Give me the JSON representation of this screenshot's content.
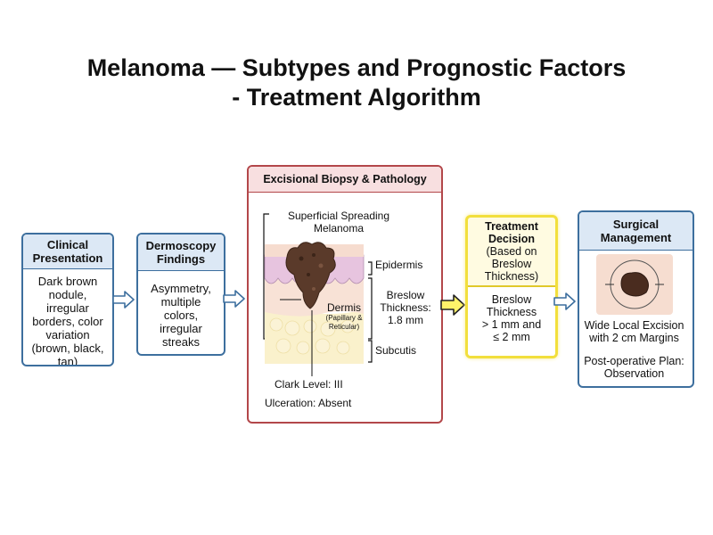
{
  "title": {
    "line1": "Melanoma — Subtypes and Prognostic Factors",
    "line2": "- Treatment Algorithm"
  },
  "clinical": {
    "heading_l1": "Clinical",
    "heading_l2": "Presentation",
    "lines": [
      "Dark brown",
      "nodule,",
      "irregular",
      "borders, color",
      "variation",
      "(brown, black,",
      "tan)"
    ]
  },
  "dermoscopy": {
    "heading_l1": "Dermoscopy",
    "heading_l2": "Findings",
    "lines": [
      "Asymmetry,",
      "multiple",
      "colors,",
      "irregular",
      "streaks"
    ]
  },
  "pathology": {
    "heading": "Excisional Biopsy & Pathology",
    "subtype_l1": "Superficial Spreading",
    "subtype_l2": "Melanoma",
    "epidermis": "Epidermis",
    "breslow_l1": "Breslow",
    "breslow_l2": "Thickness:",
    "breslow_l3": "1.8 mm",
    "dermis": "Dermis",
    "dermis_sub_l1": "(Papillary &",
    "dermis_sub_l2": "Reticular)",
    "subcutis": "Subcutis",
    "clark": "Clark Level: III",
    "ulceration": "Ulceration: Absent"
  },
  "decision": {
    "heading_lines": [
      "Treatment",
      "Decision",
      "(Based on",
      "Breslow",
      "Thickness)"
    ],
    "body_lines": [
      "Breslow",
      "Thickness",
      "> 1 mm and",
      "≤ 2 mm"
    ]
  },
  "surgical": {
    "heading_l1": "Surgical",
    "heading_l2": "Management",
    "excision_l1": "Wide Local Excision",
    "excision_l2": "with 2 cm Margins",
    "postop_l1": "Post-operative Plan:",
    "postop_l2": "Observation"
  },
  "colors": {
    "blue_border": "#3d6f9e",
    "blue_header": "#dce8f5",
    "red_border": "#b3474a",
    "red_header": "#f8dfe0",
    "yellow_border": "#f2df3c",
    "lesion": "#5a3a2a"
  }
}
